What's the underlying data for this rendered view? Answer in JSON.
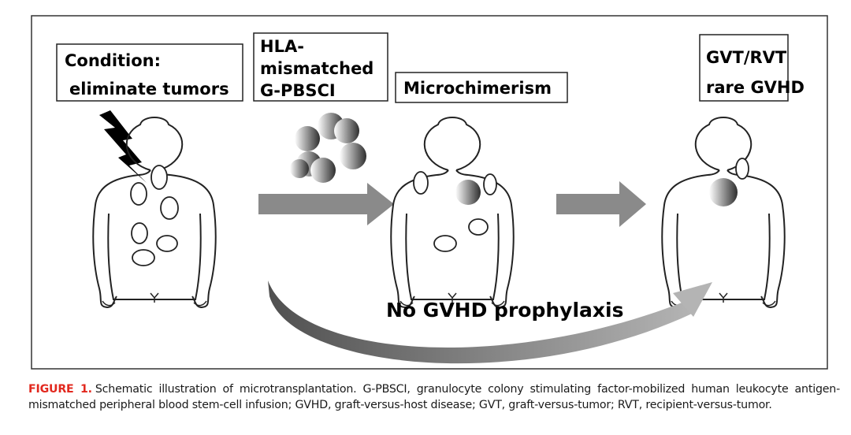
{
  "panel": {
    "condition_line1": "Condition:",
    "condition_line2": "eliminate tumors",
    "hla_line1": "HLA-",
    "hla_line2": "mismatched",
    "hla_line3": "G-PBSCI",
    "micro": "Microchimerism",
    "gvt_line1": "GVT/RVT",
    "gvt_line2": "rare GVHD",
    "prophylaxis": "No GVHD prophylaxis"
  },
  "caption": {
    "label": "FIGURE 1.",
    "text": "Schematic illustration of microtransplantation. G-PBSCI, granulocyte colony stimulating factor-mobilized human leukocyte antigen-mismatched peripheral blood stem-cell infusion; GVHD, graft-versus-host disease; GVT, graft-versus-tumor; RVT, recipient-versus-tumor."
  },
  "colors": {
    "caption_label": "#e2281e",
    "arrow": "#8a8a8a"
  }
}
